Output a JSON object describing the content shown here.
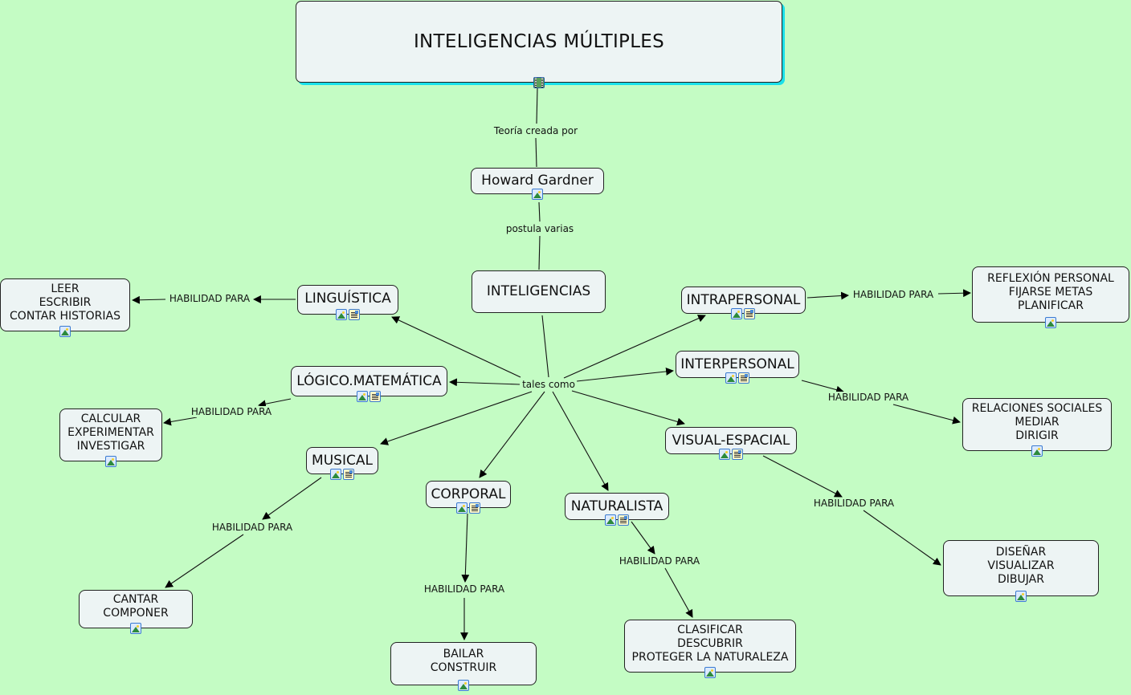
{
  "title": "INTELIGENCIAS  MÚLTIPLES",
  "nodes": {
    "title": {
      "label": "INTELIGENCIAS  MÚLTIPLES",
      "icons": [
        "film"
      ]
    },
    "gardner": {
      "label": "Howard Gardner",
      "icons": [
        "image"
      ]
    },
    "inteligencias": {
      "label": "INTELIGENCIAS",
      "icons": []
    },
    "linguistica": {
      "label": "LINGUÍSTICA",
      "icons": [
        "image",
        "document"
      ]
    },
    "logico": {
      "label": "LÓGICO.MATEMÁTICA",
      "icons": [
        "image",
        "document"
      ]
    },
    "musical": {
      "label": "MUSICAL",
      "icons": [
        "image",
        "document"
      ]
    },
    "corporal": {
      "label": "CORPORAL",
      "icons": [
        "image",
        "document"
      ]
    },
    "naturalista": {
      "label": "NATURALISTA",
      "icons": [
        "image",
        "document"
      ]
    },
    "visual": {
      "label": "VISUAL-ESPACIAL",
      "icons": [
        "image",
        "document"
      ]
    },
    "interpersonal": {
      "label": "INTERPERSONAL",
      "icons": [
        "image",
        "document"
      ]
    },
    "intrapersonal": {
      "label": "INTRAPERSONAL",
      "icons": [
        "image",
        "document"
      ]
    },
    "leer": {
      "label": "LEER\nESCRIBIR\nCONTAR HISTORIAS",
      "icons": [
        "image"
      ]
    },
    "calcular": {
      "label": "CALCULAR\nEXPERIMENTAR\nINVESTIGAR",
      "icons": [
        "image"
      ]
    },
    "cantar": {
      "label": "CANTAR\nCOMPONER",
      "icons": [
        "image"
      ]
    },
    "bailar": {
      "label": "BAILAR\nCONSTRUIR",
      "icons": [
        "image"
      ]
    },
    "clasificar": {
      "label": "CLASIFICAR\nDESCUBRIR\nPROTEGER LA NATURALEZA",
      "icons": [
        "image"
      ]
    },
    "disenar": {
      "label": "DISEÑAR\nVISUALIZAR\nDIBUJAR",
      "icons": [
        "image"
      ]
    },
    "relaciones": {
      "label": "RELACIONES SOCIALES\nMEDIAR\nDIRIGIR",
      "icons": [
        "image"
      ]
    },
    "reflexion": {
      "label": "REFLEXIÓN PERSONAL\nFIJARSE METAS\nPLANIFICAR",
      "icons": [
        "image"
      ]
    }
  },
  "linking_phrases": {
    "teoria": "Teoría creada por",
    "postula": "postula varias",
    "tales": "tales como",
    "hab_linguistica": "HABILIDAD PARA",
    "hab_logico": "HABILIDAD PARA",
    "hab_musical": "HABILIDAD PARA",
    "hab_corporal": "HABILIDAD PARA",
    "hab_naturalista": "HABILIDAD PARA",
    "hab_visual": "HABILIDAD PARA",
    "hab_interpersonal": "HABILIDAD PARA",
    "hab_intrapersonal": "HABILIDAD PARA"
  },
  "connections": [
    {
      "from": "title",
      "via": "teoria",
      "to": "gardner"
    },
    {
      "from": "gardner",
      "via": "postula",
      "to": "inteligencias"
    },
    {
      "from": "inteligencias",
      "via": "tales",
      "to": [
        "linguistica",
        "logico",
        "musical",
        "corporal",
        "naturalista",
        "visual",
        "interpersonal",
        "intrapersonal"
      ]
    },
    {
      "from": "linguistica",
      "via": "hab_linguistica",
      "to": "leer"
    },
    {
      "from": "logico",
      "via": "hab_logico",
      "to": "calcular"
    },
    {
      "from": "musical",
      "via": "hab_musical",
      "to": "cantar"
    },
    {
      "from": "corporal",
      "via": "hab_corporal",
      "to": "bailar"
    },
    {
      "from": "naturalista",
      "via": "hab_naturalista",
      "to": "clasificar"
    },
    {
      "from": "visual",
      "via": "hab_visual",
      "to": "disenar"
    },
    {
      "from": "interpersonal",
      "via": "hab_interpersonal",
      "to": "relaciones"
    },
    {
      "from": "intrapersonal",
      "via": "hab_intrapersonal",
      "to": "reflexion"
    }
  ],
  "colors": {
    "background": "#c4fcc4",
    "node_fill": "#edf4f4",
    "title_shadow": "#19e0ea"
  }
}
